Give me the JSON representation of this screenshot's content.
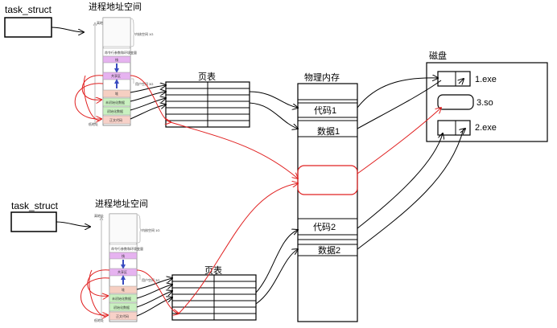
{
  "process1": {
    "task_label": "task_struct",
    "addr_space_title": "进程地址空间",
    "page_table_title": "页表",
    "segments": {
      "args": "命令行参数和环境变量",
      "stack": "栈",
      "shared": "共享区",
      "heap": "堆",
      "data_init": "未初始化数据",
      "data": "初始化数据",
      "code": "正文代码"
    },
    "kernel_label": "内核空间 1G",
    "high_label": "高地址",
    "low_label": "低地址",
    "mid_label": "用户空间 3G"
  },
  "process2": {
    "task_label": "task_struct",
    "addr_space_title": "进程地址空间",
    "page_table_title": "页表",
    "segments": {
      "args": "命令行参数和环境变量",
      "stack": "栈",
      "shared": "共享区",
      "heap": "堆",
      "data_init": "未初始化数据",
      "data": "初始化数据",
      "code": "正文代码"
    },
    "kernel_label": "内核空间 1G",
    "high_label": "高地址",
    "low_label": "低地址",
    "mid_label": "用户空间 3G"
  },
  "memory": {
    "title": "物理内存",
    "code1": "代码1",
    "data1": "数据1",
    "code2": "代码2",
    "data2": "数据2"
  },
  "disk": {
    "title": "磁盘",
    "file1": "1.exe",
    "file2": "3.so",
    "file3": "2.exe"
  },
  "colors": {
    "red_arrow": "#e02020",
    "stack_fill": "#e6b3f0",
    "shared_fill": "#e6b3f0",
    "heap_fill": "#f6cfc2",
    "data_fill": "#c9f0c0",
    "code_fill": "#f8d1c8",
    "arrow_blue": "#3a4cc0"
  }
}
